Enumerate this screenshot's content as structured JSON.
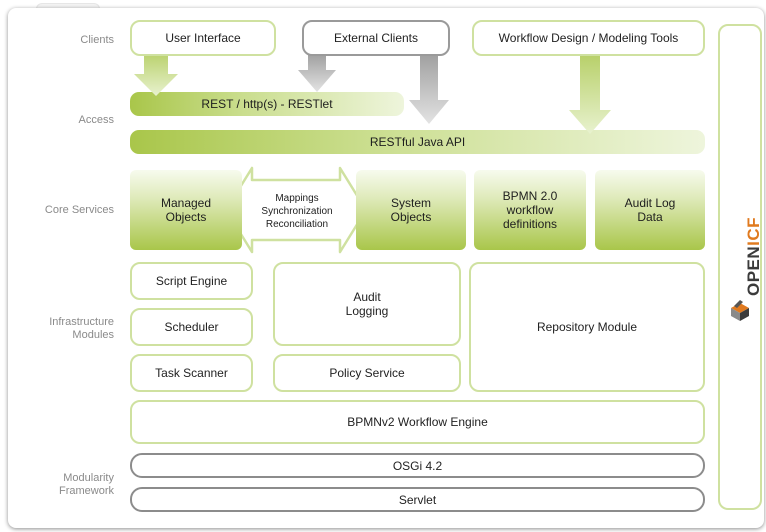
{
  "layers": {
    "clients": "Clients",
    "access": "Access",
    "core_services": "Core Services",
    "infrastructure_modules_line1": "Infrastructure",
    "infrastructure_modules_line2": "Modules",
    "modularity_framework_line1": "Modularity",
    "modularity_framework_line2": "Framework"
  },
  "clients": {
    "user_interface": "User Interface",
    "external_clients": "External Clients",
    "workflow_tools": "Workflow Design / Modeling Tools"
  },
  "access": {
    "rest": "REST / http(s) - RESTlet",
    "java_api": "RESTful Java API"
  },
  "core": {
    "managed_objects_1": "Managed",
    "managed_objects_2": "Objects",
    "mappings": "Mappings",
    "synchronization": "Synchronization",
    "reconciliation": "Reconciliation",
    "system_objects_1": "System",
    "system_objects_2": "Objects",
    "bpmn_1": "BPMN 2.0",
    "bpmn_2": "workflow",
    "bpmn_3": "definitions",
    "audit_data_1": "Audit Log",
    "audit_data_2": "Data"
  },
  "infrastructure": {
    "script_engine": "Script Engine",
    "scheduler": "Scheduler",
    "task_scanner": "Task Scanner",
    "audit_logging_1": "Audit",
    "audit_logging_2": "Logging",
    "policy_service": "Policy Service",
    "repository_module": "Repository Module"
  },
  "workflow_engine": "BPMNv2  Workflow Engine",
  "framework": {
    "osgi": "OSGi 4.2",
    "servlet": "Servlet"
  },
  "openicf": {
    "logo_text_open": "OPEN",
    "logo_text_icf": "ICF"
  },
  "colors": {
    "green_border": "#cfe1a0",
    "green_dark": "#a9c64a",
    "gray_border": "#9a9a9a",
    "openicf_orange": "#e07a1f"
  }
}
